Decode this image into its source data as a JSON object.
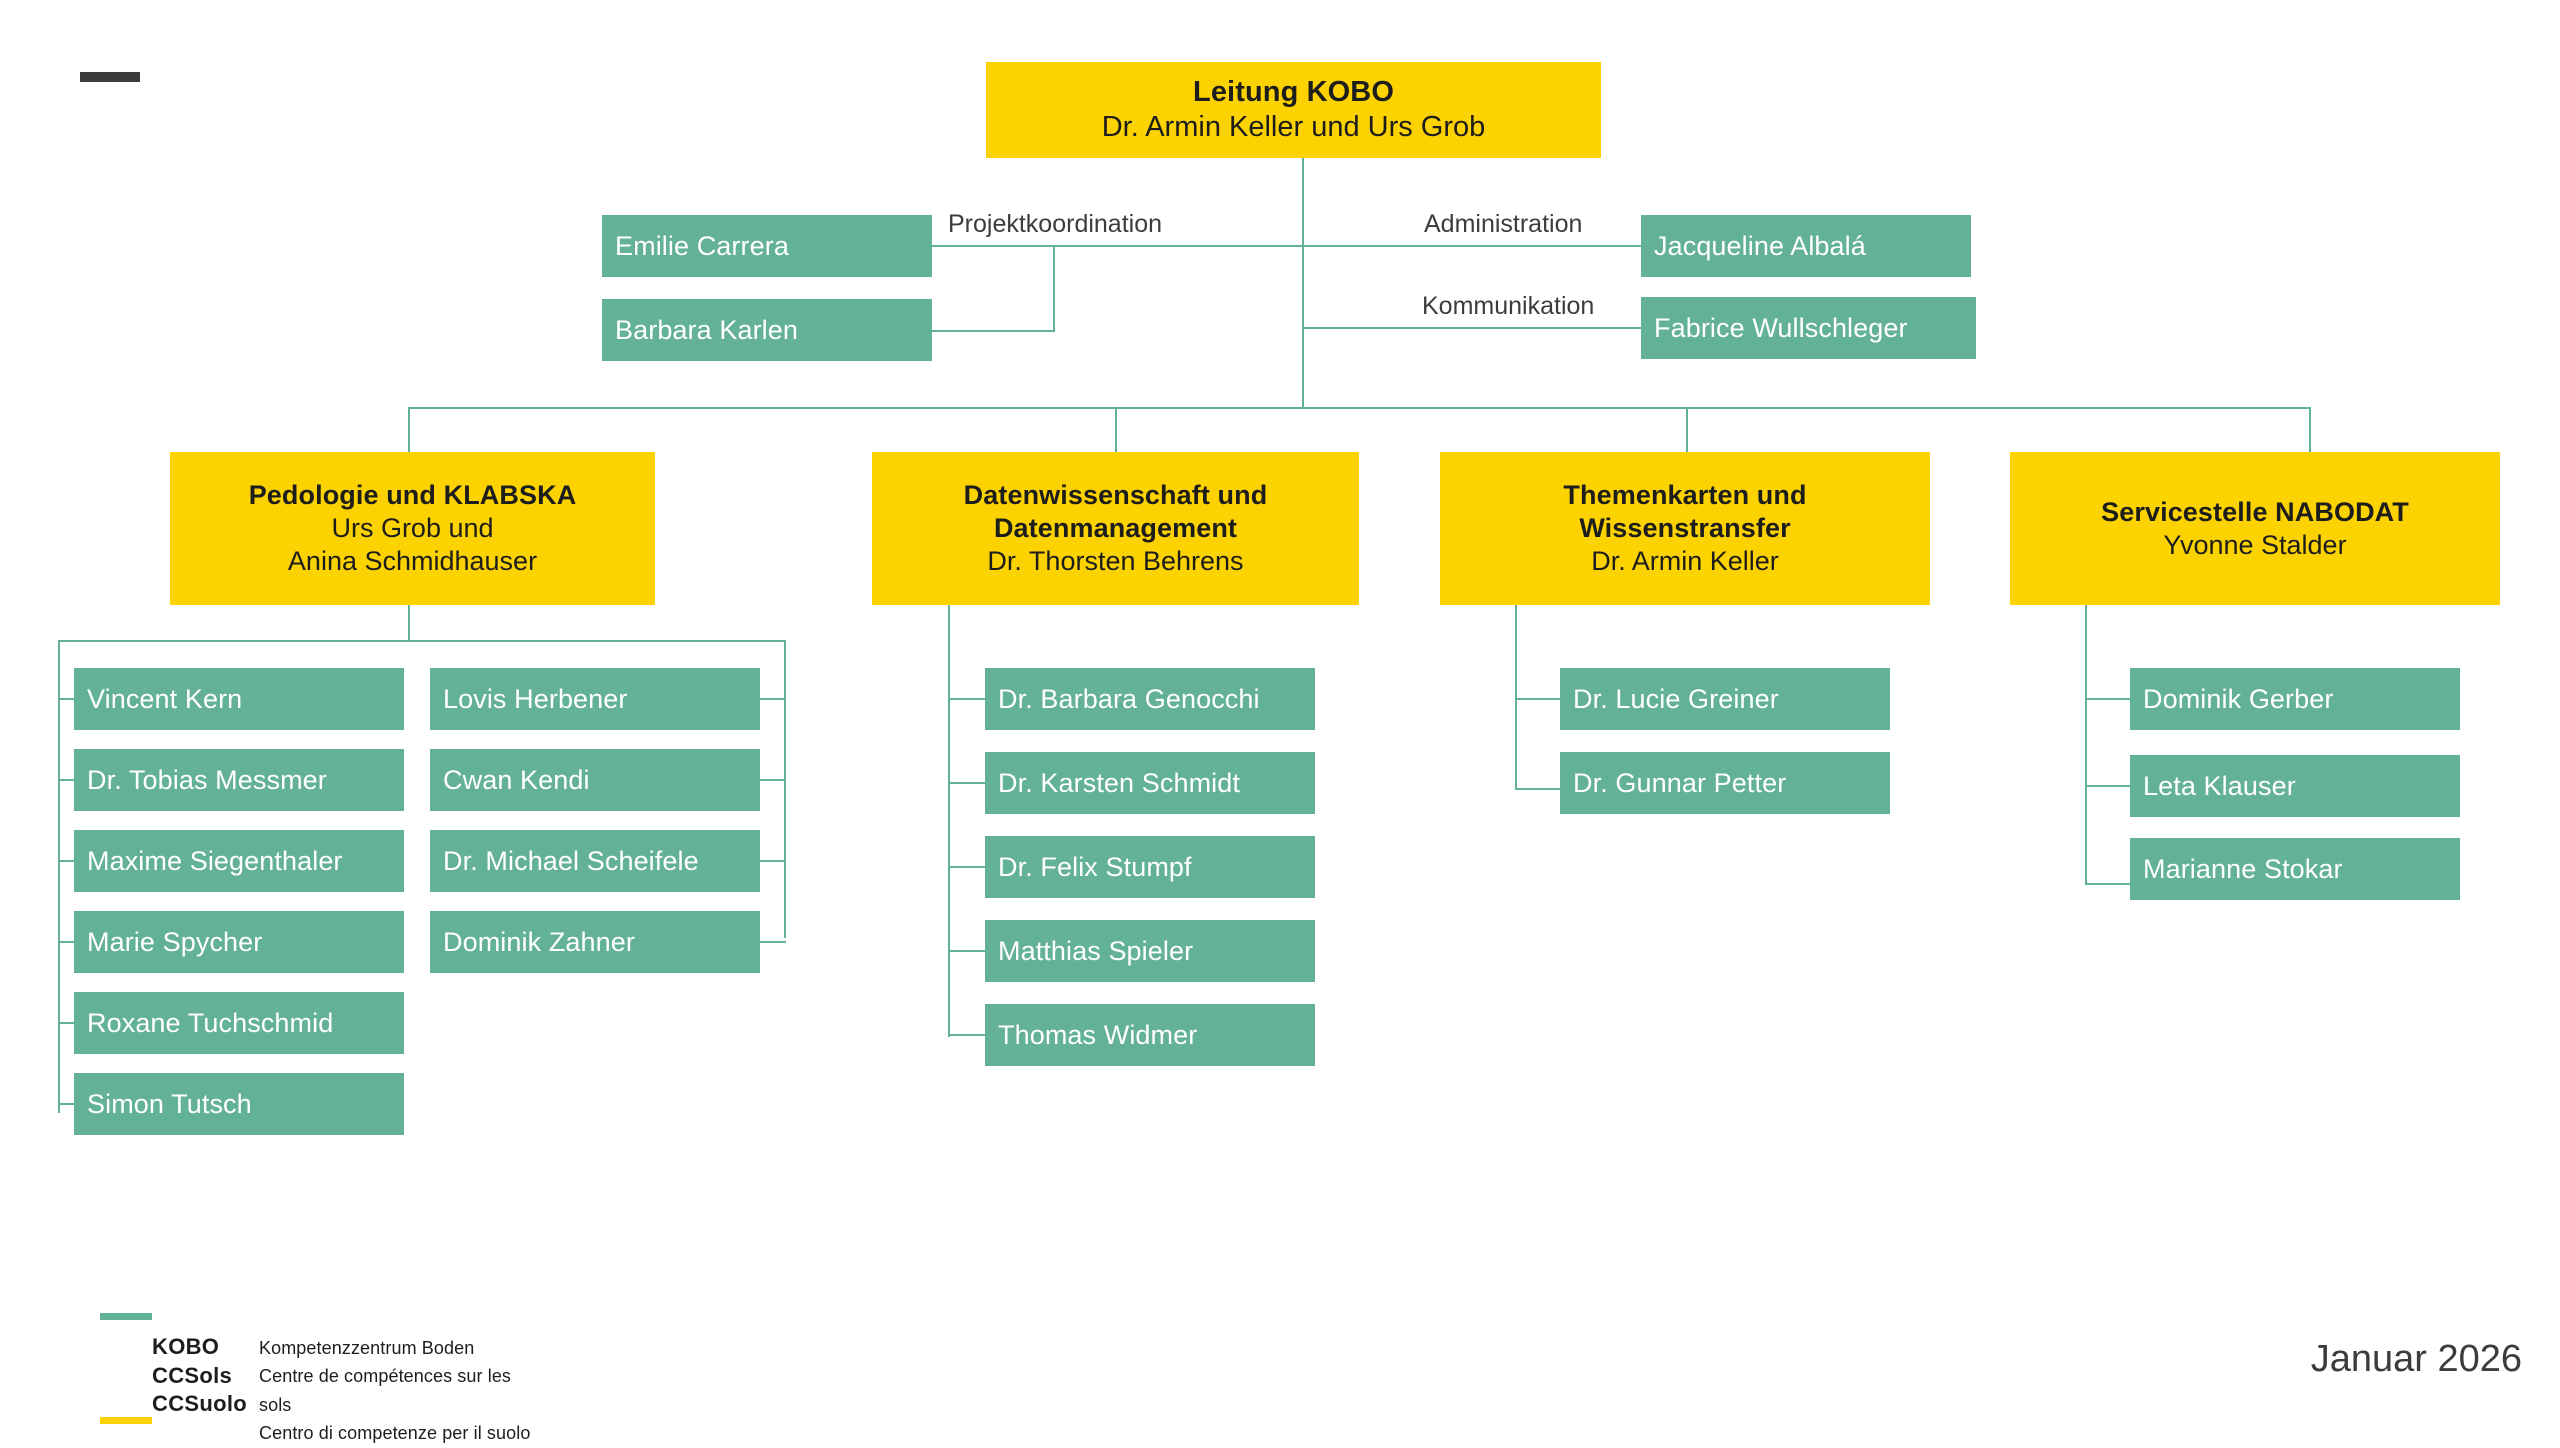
{
  "chart_data": {
    "type": "diagram",
    "title": "KOBO Organigramm",
    "diagram_kind": "organization-chart",
    "legend": {
      "yellow_box": "#fcd200 — unit / leadership box",
      "green_box": "#63b295 — staff member box",
      "connector": "#62b295"
    }
  },
  "colors": {
    "yellow": "#fcd200",
    "green": "#63b295",
    "connector": "#62b295",
    "dark_text": "#1d1d1b",
    "gray_text": "#3c3c3b",
    "white": "#ffffff"
  },
  "root": {
    "title": "Leitung KOBO",
    "people": "Dr. Armin Keller und Urs Grob"
  },
  "staff_functions": {
    "projektkoordination": {
      "label": "Projektkoordination",
      "members": [
        "Emilie Carrera",
        "Barbara Karlen"
      ]
    },
    "administration": {
      "label": "Administration",
      "members": [
        "Jacqueline Albalá"
      ]
    },
    "kommunikation": {
      "label": "Kommunikation",
      "members": [
        "Fabrice Wullschleger"
      ]
    }
  },
  "departments": [
    {
      "title_line1": "Pedologie und KLABSKA",
      "title_line2": "Urs Grob und",
      "title_line3": "Anina Schmidhauser",
      "members_col1": [
        "Vincent Kern",
        "Dr. Tobias Messmer",
        "Maxime Siegenthaler",
        "Marie Spycher",
        "Roxane Tuchschmid",
        "Simon Tutsch"
      ],
      "members_col2": [
        "Lovis Herbener",
        "Cwan Kendi",
        "Dr. Michael Scheifele",
        "Dominik Zahner"
      ]
    },
    {
      "title_line1": "Datenwissenschaft und",
      "title_line2": "Datenmanagement",
      "title_line3": "Dr. Thorsten Behrens",
      "members_col1": [
        "Dr. Barbara Genocchi",
        "Dr. Karsten Schmidt",
        "Dr. Felix Stumpf",
        "Matthias Spieler",
        "Thomas Widmer"
      ]
    },
    {
      "title_line1": "Themenkarten und",
      "title_line2": "Wissenstransfer",
      "title_line3": "Dr. Armin Keller",
      "members_col1": [
        "Dr. Lucie Greiner",
        "Dr. Gunnar Petter"
      ]
    },
    {
      "title_line1": "Servicestelle NABODAT",
      "title_line2": "Yvonne Stalder",
      "members_col1": [
        "Dominik Gerber",
        "Leta Klauser",
        "Marianne Stokar"
      ]
    }
  ],
  "footer": {
    "logo": {
      "names": [
        "KOBO",
        "CCSols",
        "CCSuolo"
      ],
      "descriptions": [
        "Kompetenzzentrum Boden",
        "Centre de compétences sur les sols",
        "Centro di competenze per il suolo"
      ]
    },
    "date": "Januar 2026"
  }
}
